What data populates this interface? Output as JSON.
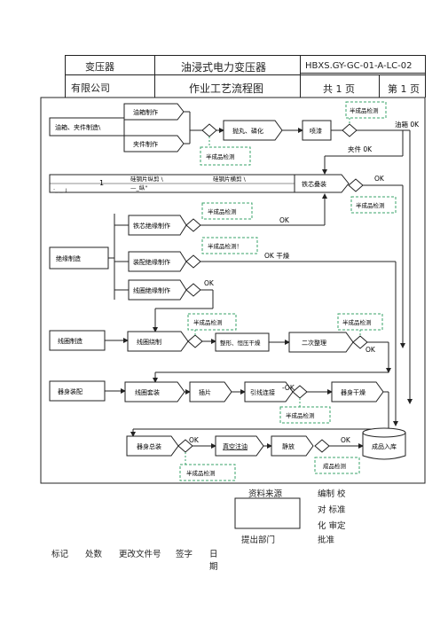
{
  "header": {
    "company_line1": "变压器",
    "company_line2": "有限公司",
    "title_line1": "油浸式电力变压器",
    "title_line2": "作业工艺流程图",
    "doc_code": "HBXS.GY-GC-01-A-LC-02",
    "total_pages": "共 1 页",
    "page_no": "第 1 页"
  },
  "flow": {
    "boxes": {
      "tank_make": "油箱制作",
      "tank_parts": "油箱、夹件制造\\",
      "clamp_make": "夹件制作",
      "shot_blast": "抛丸、磷化",
      "spray": "喷漆",
      "slit_a": "硅钢片纵剪 \\",
      "slit_b": "—_纵\"",
      "slit_c": "硅钢片横剪 \\",
      "slit_one": "1",
      "slit_dash": "·_ _ 」",
      "core_stack": "铁芯叠装",
      "core_insul": "铁芯绝缘制作",
      "insul_make": "绝缘制造",
      "asm_insul": "装配绝缘制作",
      "coil_insul": "线圈绝缘制作",
      "coil_make": "线圈制造",
      "coil_wind": "线圈绕制",
      "dry_press": "整形、恒压干燥",
      "second_fin": "二次整理",
      "body_asm": "器身装配",
      "coil_set": "线圈套装",
      "insert": "插片",
      "lead_conn": "引线连接",
      "body_dry": "器身干燥",
      "body_final": "器身总装",
      "vac_fill": "真空注油",
      "standing": "静放",
      "warehouse": "成品入库"
    },
    "checks": {
      "semi": "半成品检测",
      "semi_excl": "半成品检测！",
      "final": "成品检测"
    },
    "labels": {
      "tank_ok": "油箱 0K",
      "clamp_ok": "夹件 0K",
      "ok": "OK",
      "ok_dry": "OK 干燥",
      "ok_dash": "-OK"
    }
  },
  "footer": {
    "source": "资料来源",
    "prepare": "编制 校",
    "check": "对 标准",
    "standard": "化 审定",
    "dept": "提出部门",
    "approve": "批准",
    "cols": [
      "标记",
      "处数",
      "更改文件号",
      "签字",
      "日"
    ],
    "date_cont": "期"
  }
}
